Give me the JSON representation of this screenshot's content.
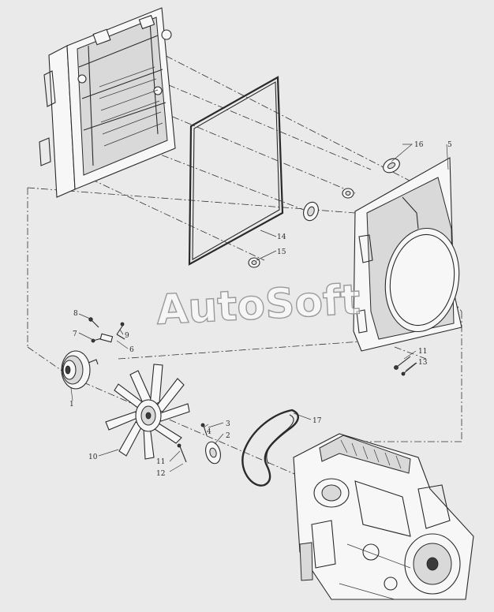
{
  "watermark": "AutoSoft",
  "callouts": {
    "c1": "1",
    "c2": "2",
    "c3": "3",
    "c4": "4",
    "c5": "5",
    "c6": "6",
    "c7": "7",
    "c8": "8",
    "c9": "9",
    "c10": "10",
    "c11a": "11",
    "c11b": "11",
    "c12": "12",
    "c13": "13",
    "c14": "14",
    "c15": "15",
    "c16": "16",
    "c17": "17"
  }
}
